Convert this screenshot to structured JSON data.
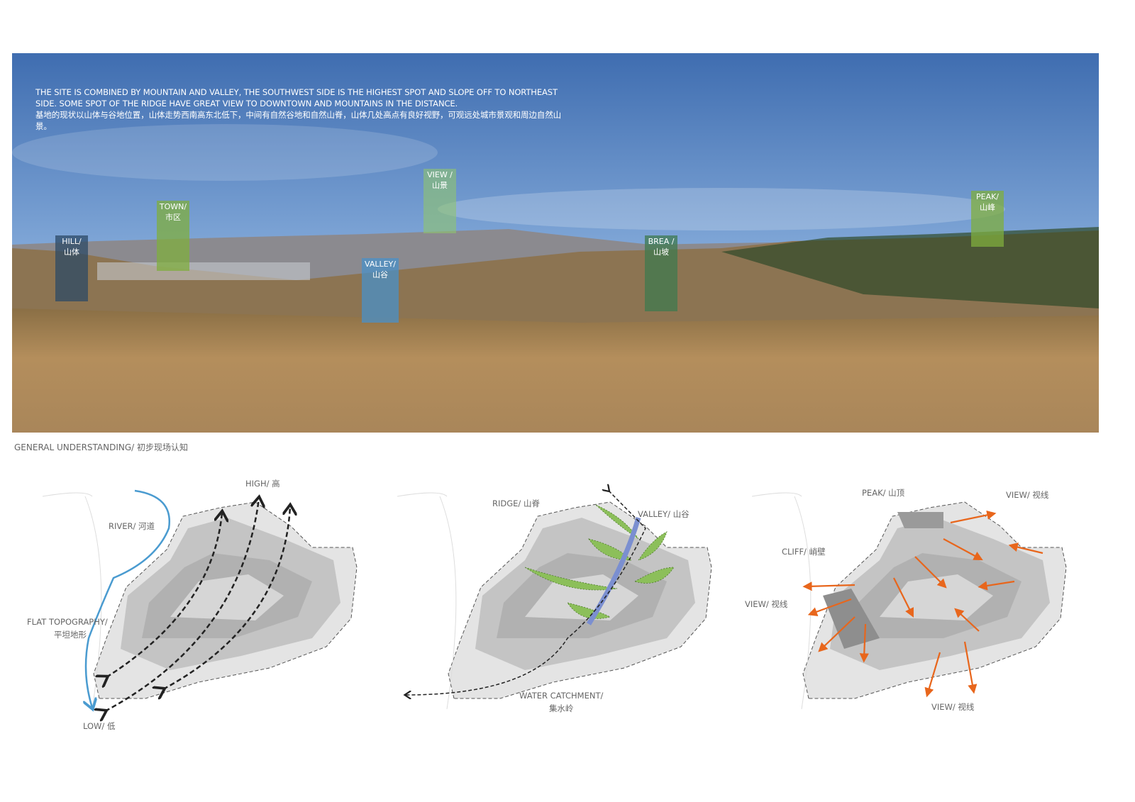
{
  "intro": {
    "en": "THE SITE IS COMBINED BY MOUNTAIN AND VALLEY, THE SOUTHWEST SIDE IS THE HIGHEST SPOT AND SLOPE OFF TO NORTHEAST SIDE. SOME SPOT OF THE RIDGE HAVE GREAT VIEW TO DOWNTOWN AND MOUNTAINS IN THE DISTANCE.",
    "zh": "基地的现状以山体与谷地位置，山体走势西南高东北低下，中间有自然谷地和自然山脊，山体几处高点有良好视野，可观远处城市景观和周边自然山景。"
  },
  "photo_tags": [
    {
      "en": "HILL/",
      "zh": "山体",
      "color": "#2c4a66"
    },
    {
      "en": "TOWN/",
      "zh": "市区",
      "color": "#7fae3e"
    },
    {
      "en": "VIEW /",
      "zh": "山景",
      "color": "#8fc46e"
    },
    {
      "en": "VALLEY/",
      "zh": "山谷",
      "color": "#4a90c8"
    },
    {
      "en": "BREA /",
      "zh": "山坡",
      "color": "#3f7a4f"
    },
    {
      "en": "PEAK/",
      "zh": "山峰",
      "color": "#7fae3e"
    }
  ],
  "caption": "GENERAL UNDERSTANDING/ 初步现场认知",
  "diagram1": {
    "high": "HIGH/ 高",
    "river": "RIVER/ 河道",
    "flat1": "FLAT TOPOGRAPHY/",
    "flat2": "平坦地形",
    "low": "LOW/ 低"
  },
  "diagram2": {
    "ridge": "RIDGE/ 山脊",
    "valley": "VALLEY/ 山谷",
    "water1": "WATER CATCHMENT/",
    "water2": "集水岭"
  },
  "diagram3": {
    "peak": "PEAK/ 山顶",
    "view_ne": "VIEW/ 视线",
    "cliff": "CLIFF/ 峭壁",
    "view_w": "VIEW/ 视线",
    "view_s": "VIEW/ 视线"
  },
  "colors": {
    "river": "#4a9bd0",
    "arrow": "#e8661c",
    "valley": "#8cbf5a",
    "water": "#7b8fd0"
  }
}
